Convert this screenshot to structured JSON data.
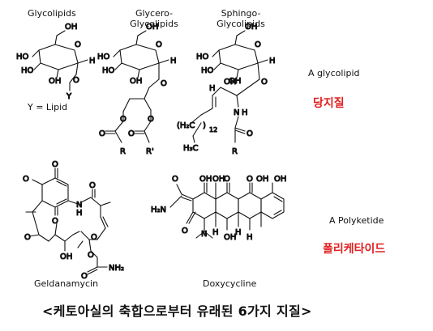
{
  "glycolipids": {
    "col1_title": "Glycolipids",
    "col2_title_line1": "Glycero-",
    "col2_title_line2": "Glycolipids",
    "col3_title_line1": "Sphingo-",
    "col3_title_line2": "Glycolipids",
    "y_note": "Y = Lipid",
    "class_en": "A glycolipid",
    "class_ko": "당지질",
    "atoms": {
      "ho": "HO",
      "oh": "OH",
      "o": "O",
      "h": "H",
      "y": "Y",
      "r": "R",
      "r_prime": "R'",
      "nh": "N",
      "ch2": "(H₂C",
      "paren_close": ")",
      "n12": "12",
      "h3c": "H₃C"
    }
  },
  "polyketides": {
    "geldanamycin": "Geldanamycin",
    "doxycycline": "Doxycycline",
    "class_en": "A Polyketide",
    "class_ko": "폴리케타이드",
    "atoms": {
      "o": "O",
      "oh": "OH",
      "nh": "N",
      "h": "H",
      "nh2": "NH₂",
      "h2n": "H₂N",
      "n": "N",
      "h_ring": "H"
    }
  },
  "footer": {
    "caption": "<케토아실의 축합으로부터 유래된 6가지 지질>"
  },
  "colors": {
    "label_red": "#e02020",
    "ink": "#111111"
  }
}
